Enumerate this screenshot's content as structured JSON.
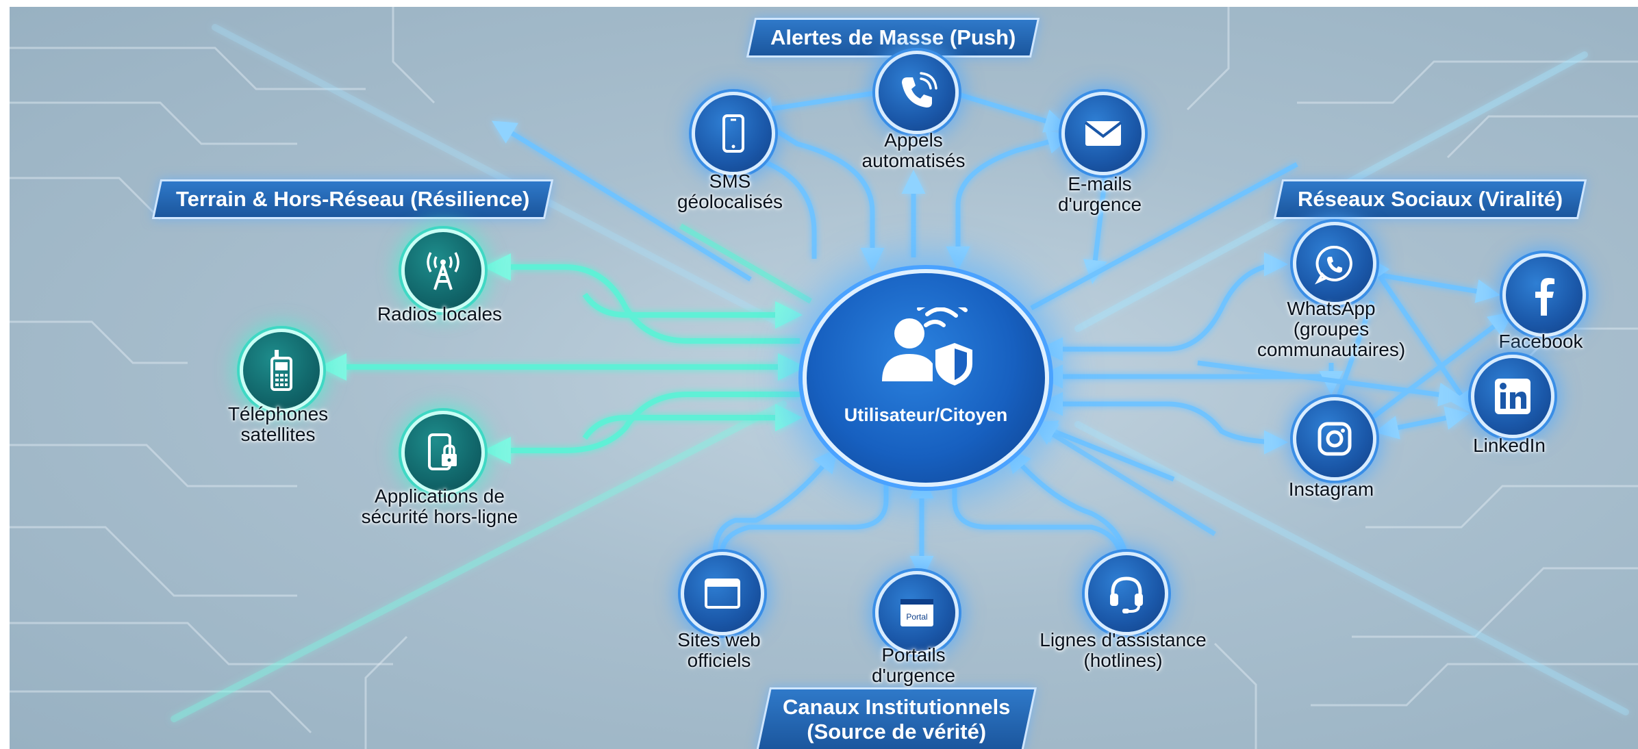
{
  "center": {
    "label": "Utilisateur/Citoyen",
    "icon": "user-shield-wifi-icon"
  },
  "groups": {
    "push": {
      "title": "Alertes de Masse (Push)",
      "channels": [
        {
          "label": "SMS\ngéolocalisés",
          "icon": "smartphone-icon"
        },
        {
          "label": "Appels\nautomatisés",
          "icon": "phone-icon"
        },
        {
          "label": "E-mails\nd'urgence",
          "icon": "envelope-icon"
        }
      ]
    },
    "terrain": {
      "title": "Terrain & Hors-Réseau (Résilience)",
      "channels": [
        {
          "label": "Radios locales",
          "icon": "radio-tower-icon"
        },
        {
          "label": "Téléphones\nsatellites",
          "icon": "satellite-phone-icon"
        },
        {
          "label": "Applications de\nsécurité hors-ligne",
          "icon": "phone-lock-icon"
        }
      ]
    },
    "social": {
      "title": "Réseaux Sociaux (Viralité)",
      "channels": [
        {
          "label": "WhatsApp\n(groupes\ncommunautaires)",
          "icon": "whatsapp-icon"
        },
        {
          "label": "Facebook",
          "icon": "facebook-icon"
        },
        {
          "label": "LinkedIn",
          "icon": "linkedin-icon"
        },
        {
          "label": "Instagram",
          "icon": "instagram-icon"
        }
      ]
    },
    "institutional": {
      "title": "Canaux Institutionnels\n(Source de vérité)",
      "channels": [
        {
          "label": "Sites web\nofficiels",
          "icon": "browser-window-icon"
        },
        {
          "label": "Portails\nd'urgence",
          "icon": "portal-icon",
          "badge": "Portal"
        },
        {
          "label": "Lignes d'assistance\n(hotlines)",
          "icon": "headset-icon"
        }
      ]
    }
  },
  "colors": {
    "blue_channel": "#1a57a8",
    "teal_channel": "#11666a",
    "blue_flow": "#6fc3ff",
    "teal_flow": "#5ff0d6",
    "title_bg": "#1b569d"
  }
}
